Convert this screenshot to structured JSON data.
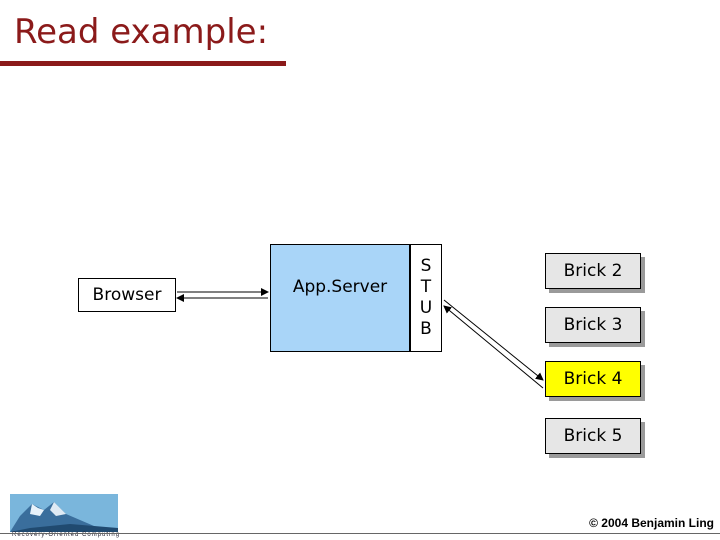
{
  "slide": {
    "title": "Read example:",
    "copyright": "© 2004 Benjamin Ling",
    "logo_text": "Recovery-Oriented Computing"
  },
  "diagram": {
    "browser_label": "Browser",
    "appserver_label": "App.Server",
    "stub_letters": [
      "S",
      "T",
      "U",
      "B"
    ],
    "bricks": [
      {
        "label": "Brick 2",
        "highlighted": false
      },
      {
        "label": "Brick 3",
        "highlighted": false
      },
      {
        "label": "Brick 4",
        "highlighted": true
      },
      {
        "label": "Brick 5",
        "highlighted": false
      }
    ]
  },
  "colors": {
    "title": "#8b1a1a",
    "appserver_fill": "#a9d5f8",
    "brick_fill": "#e6e6e6",
    "highlight_fill": "#ffff00"
  }
}
